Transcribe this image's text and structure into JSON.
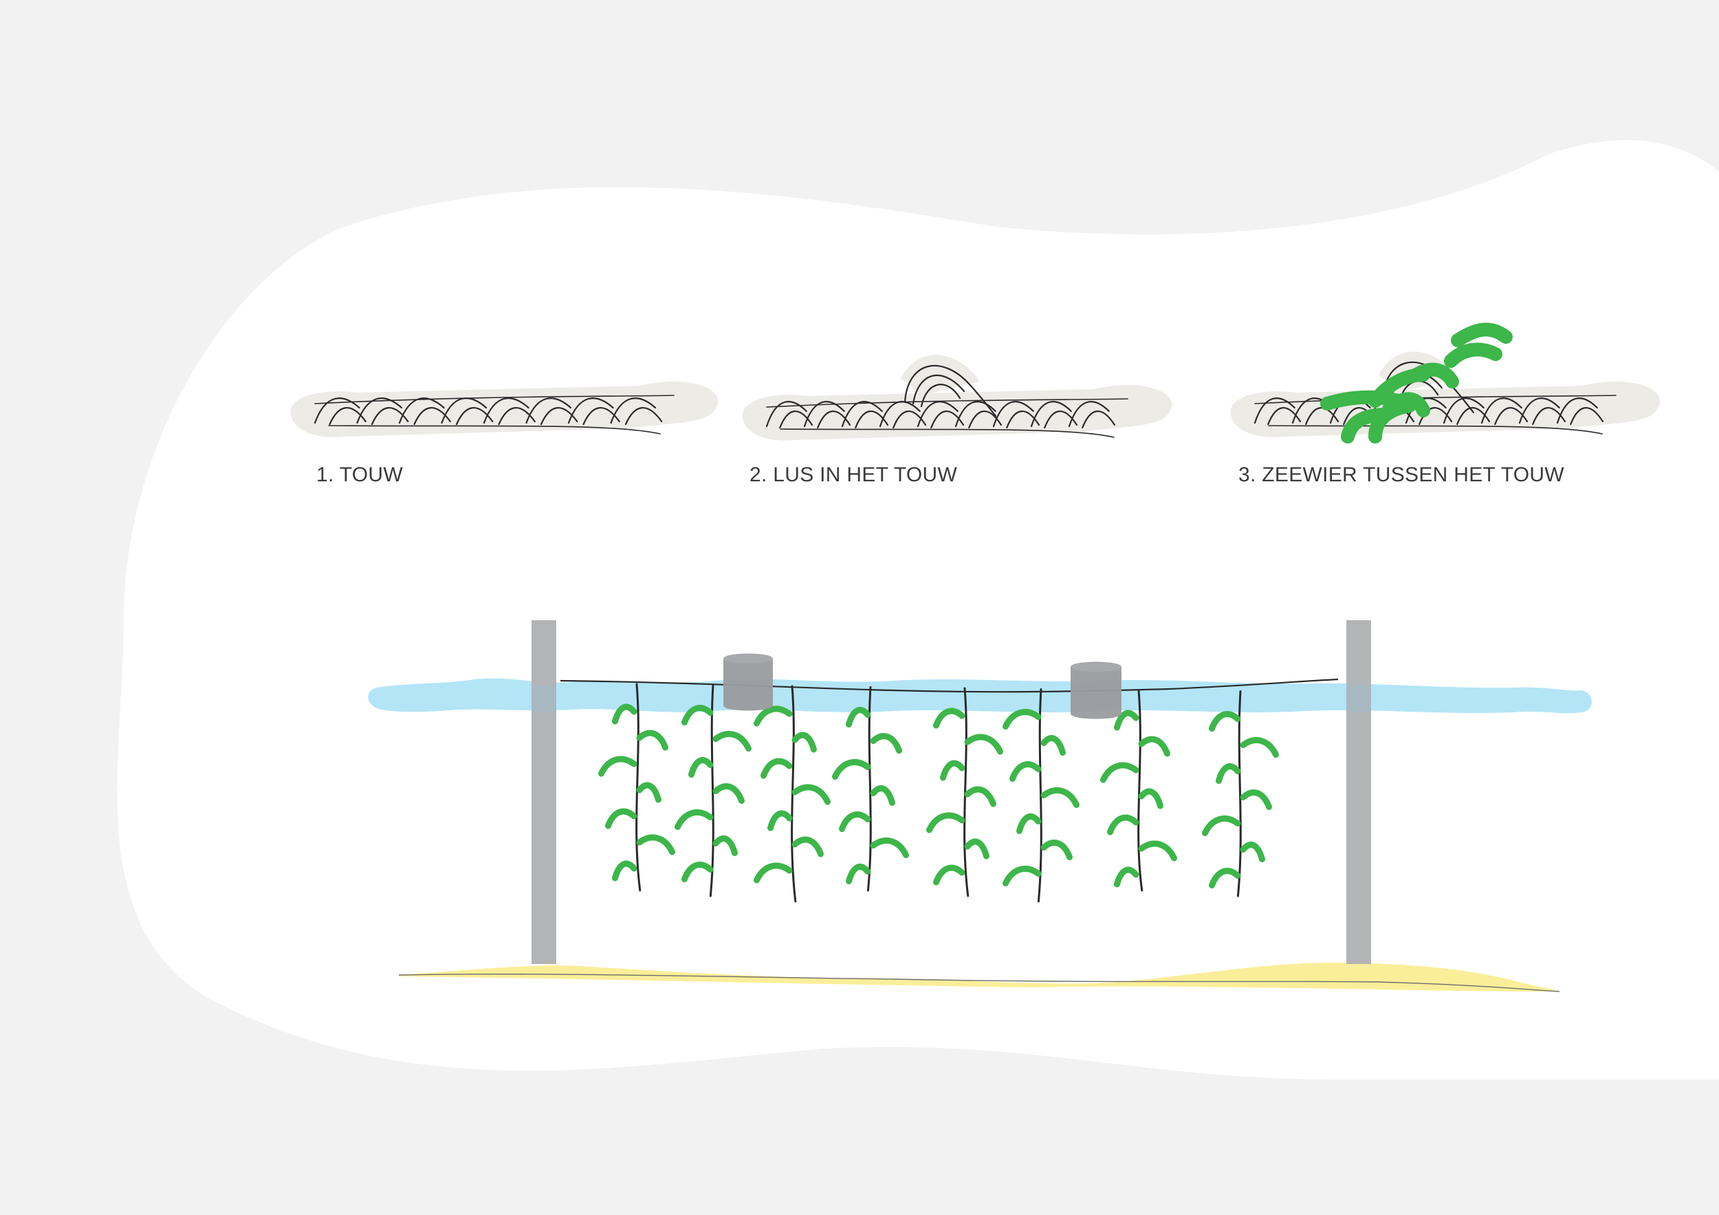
{
  "steps": [
    {
      "label": "1. TOUW",
      "kind": "rope"
    },
    {
      "label": "2. LUS IN HET TOUW",
      "kind": "rope-loop"
    },
    {
      "label": "3. ZEEWIER TUSSEN HET TOUW",
      "kind": "rope-seaweed"
    }
  ],
  "scene": {
    "posts": 2,
    "floats": 2,
    "hanging_lines": 8,
    "elements": [
      "paal",
      "boei",
      "hoofdlijn",
      "hangende lijnen",
      "zeewier",
      "wateroppervlak",
      "zeebodem"
    ]
  },
  "colors": {
    "background": "#f2f2f2",
    "blob": "#ffffff",
    "rope_fill": "#ecebe6",
    "rope_line": "#2a2a2a",
    "seaweed": "#3db64a",
    "water": "#b3e5f7",
    "sand": "#fbee99",
    "post": "#b3b4b6",
    "float": "#9a9b9e"
  }
}
